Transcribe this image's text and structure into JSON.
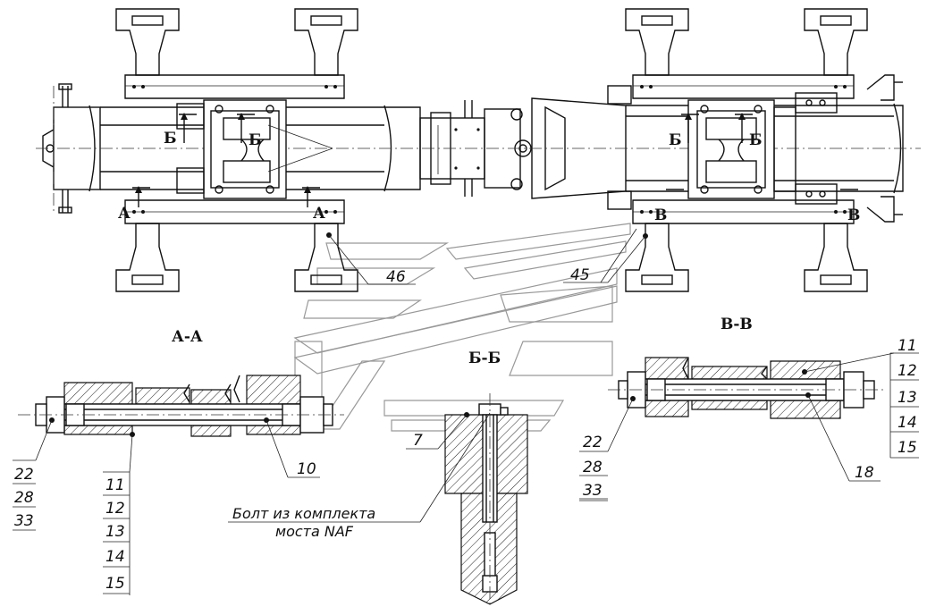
{
  "section_markers": {
    "a": "А",
    "b": "Б",
    "v": "В"
  },
  "section_titles": {
    "aa": "А-А",
    "bb": "Б-Б",
    "vv": "В-В"
  },
  "callouts": {
    "p46": "46",
    "p45": "45",
    "p7": "7",
    "p10": "10",
    "p18": "18",
    "aa_left_group": [
      "22",
      "28",
      "33"
    ],
    "aa_mid_group": [
      "11",
      "12",
      "13",
      "14",
      "15"
    ],
    "vv_left_group": [
      "22",
      "28",
      "33"
    ],
    "vv_right_group": [
      "11",
      "12",
      "13",
      "14",
      "15"
    ]
  },
  "note": {
    "line1": "Болт из комплекта",
    "line2": "моста NAF"
  }
}
